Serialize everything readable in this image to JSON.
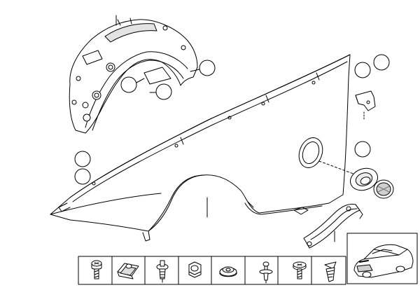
{
  "diagram": {
    "kind": "exploded-parts-diagram",
    "parts": [
      "wheel-arch-liner",
      "front-side-panel",
      "mounting-bracket",
      "fuel-filler-grommet",
      "round-emblem",
      "support-strip"
    ],
    "callouts": [
      {
        "id": "callout-1",
        "label": ""
      },
      {
        "id": "callout-2",
        "label": ""
      },
      {
        "id": "callout-3",
        "label": ""
      },
      {
        "id": "callout-4",
        "label": ""
      },
      {
        "id": "callout-5",
        "label": ""
      },
      {
        "id": "callout-6",
        "label": ""
      },
      {
        "id": "callout-7",
        "label": ""
      },
      {
        "id": "callout-8",
        "label": ""
      },
      {
        "id": "callout-9",
        "label": ""
      }
    ],
    "fasteners": [
      {
        "name": "torx-screw-icon"
      },
      {
        "name": "spring-nut-icon"
      },
      {
        "name": "expansion-rivet-icon"
      },
      {
        "name": "hex-nut-icon"
      },
      {
        "name": "grommet-nut-icon"
      },
      {
        "name": "plastic-pin-icon"
      },
      {
        "name": "collar-screw-icon"
      },
      {
        "name": "spreading-clip-icon"
      }
    ],
    "thumbnail": "vehicle-thumbnail-icon",
    "colors": {
      "line": "#000000",
      "fill": "#ffffff",
      "shade": "#d9d9d9"
    }
  }
}
